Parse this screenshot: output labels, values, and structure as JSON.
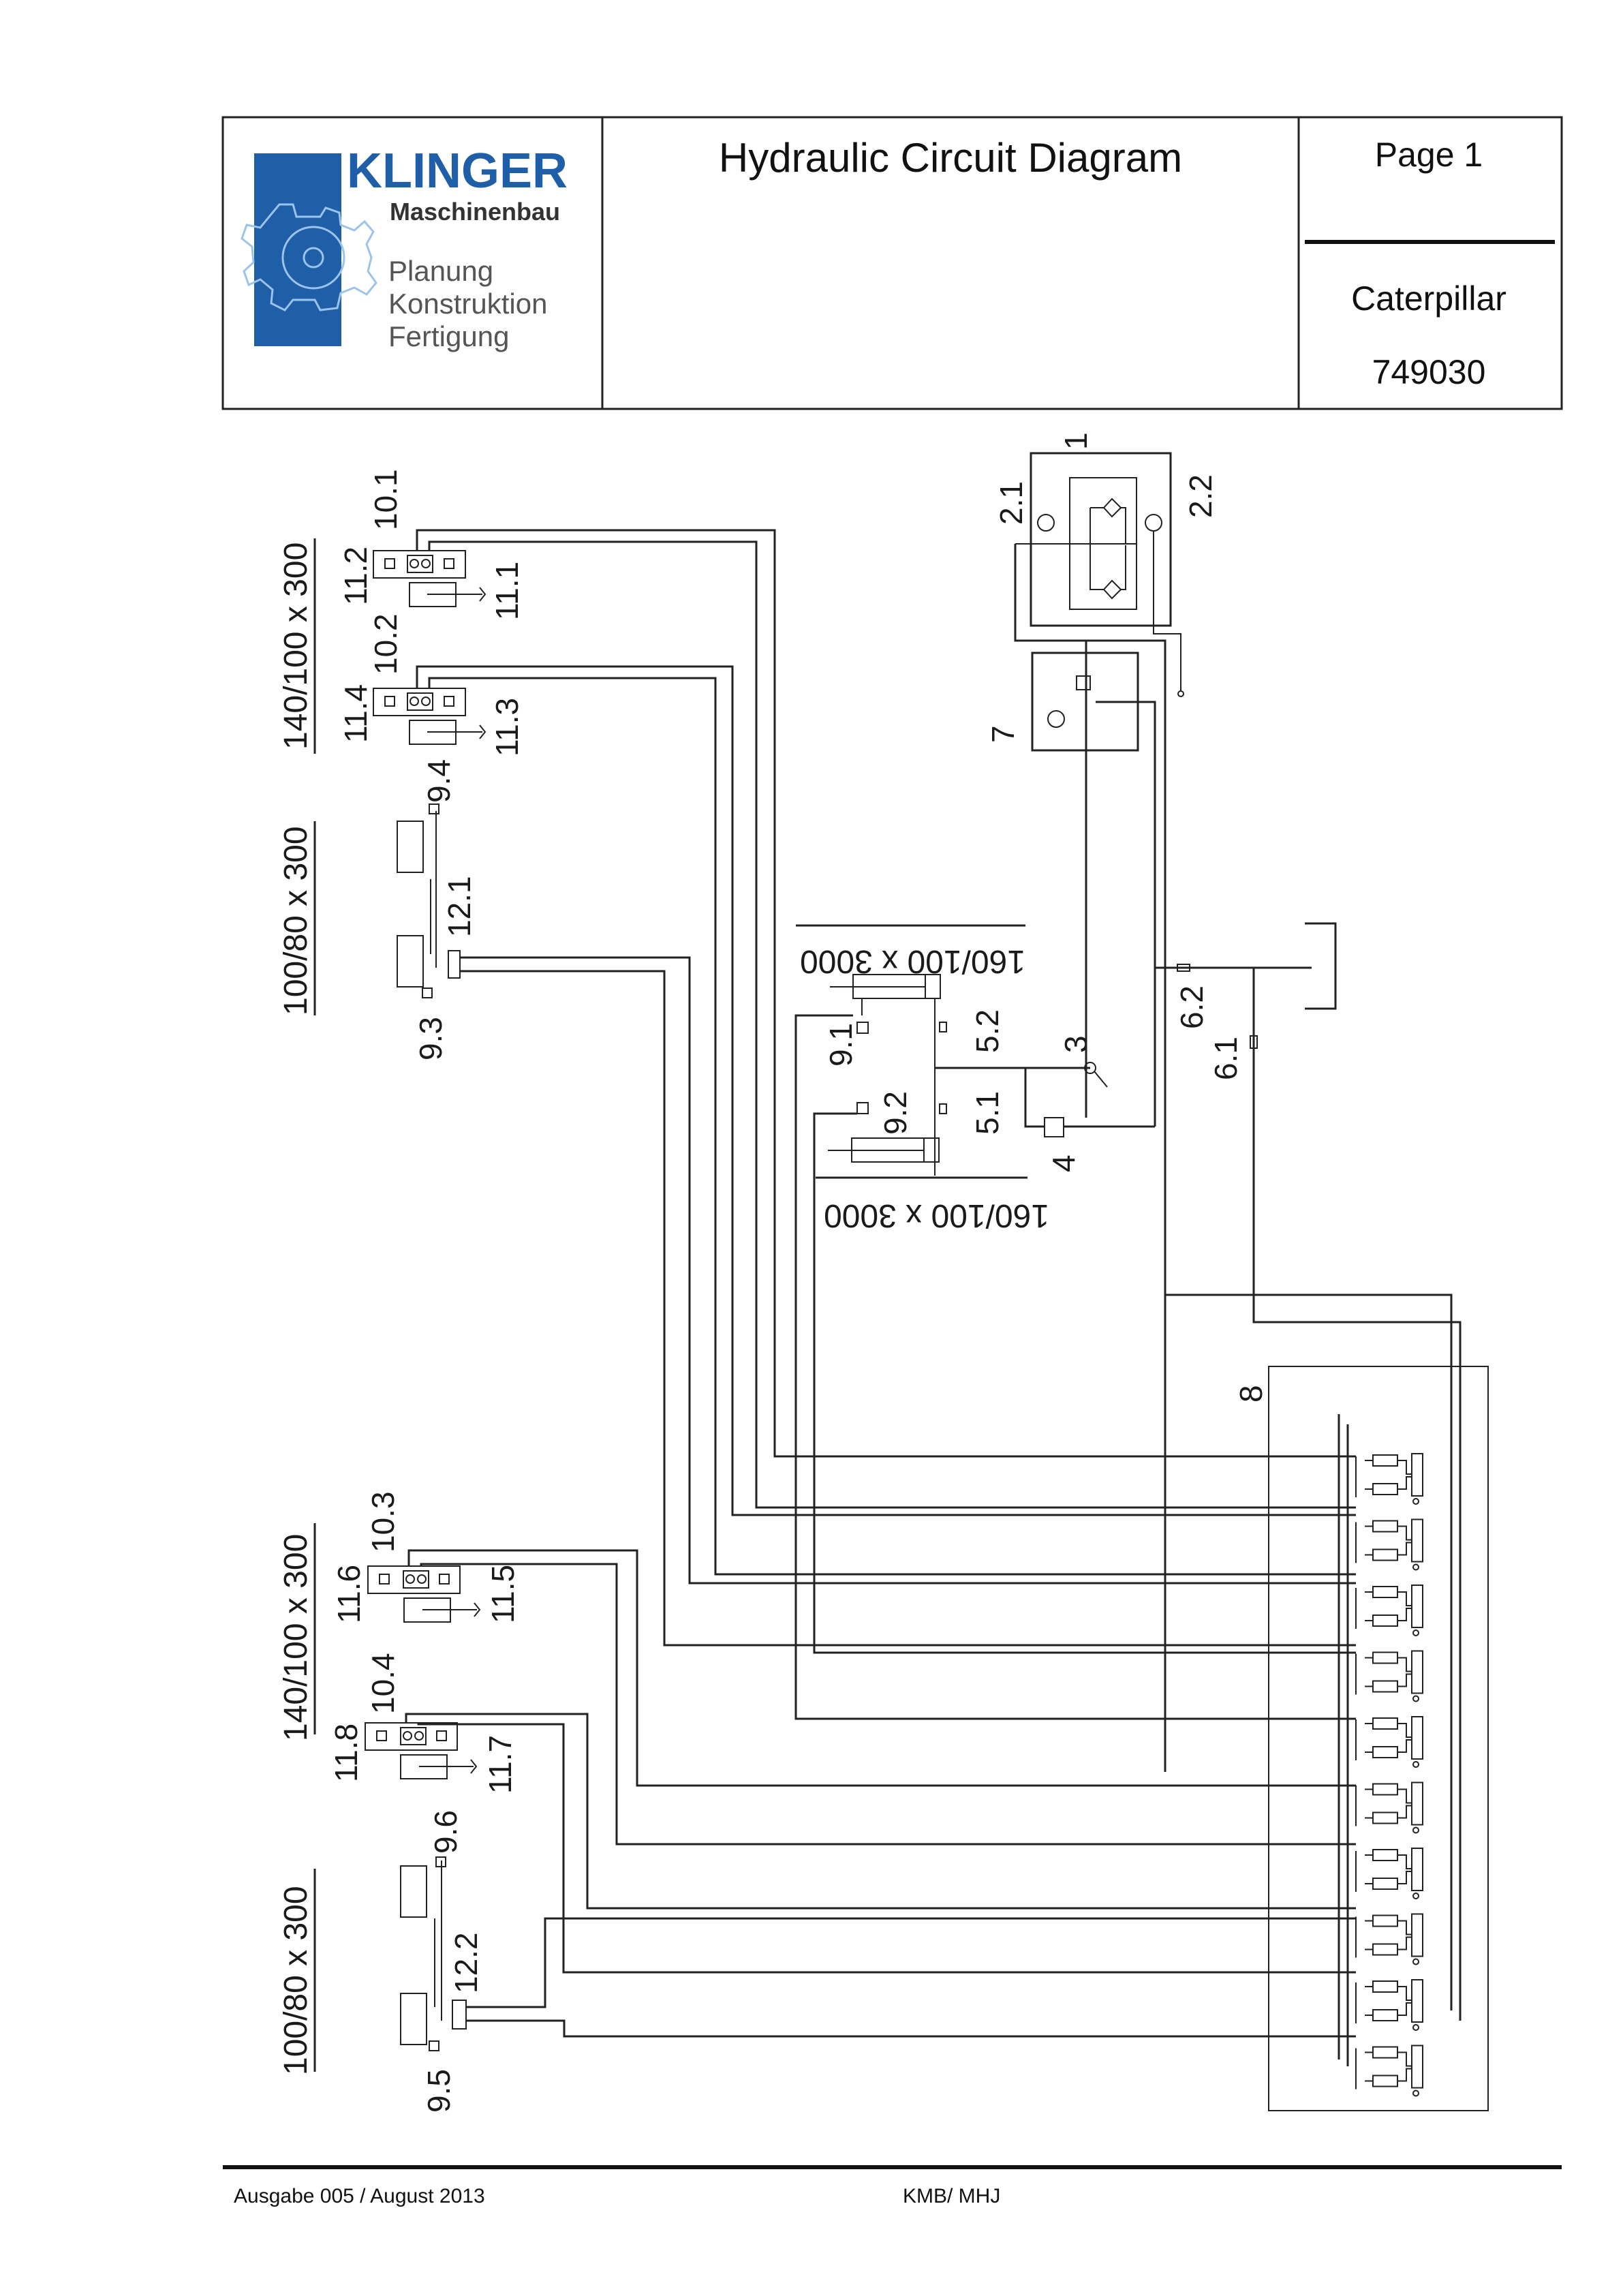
{
  "header": {
    "logo": {
      "brand": "KLINGER",
      "subtitle": "Maschinenbau",
      "taglines": [
        "Planung",
        "Konstruktion",
        "Fertigung"
      ],
      "brand_color": "#1f5fa8",
      "icon": "gear-icon"
    },
    "title": "Hydraulic Circuit Diagram",
    "page_label": "Page  1",
    "customer": "Caterpillar",
    "order_number": "749030"
  },
  "diagram": {
    "dimension_labels": {
      "group_top_140": "140/100 x 300",
      "group_top_100": "100/80 x 300",
      "group_bottom_140": "140/100 x 300",
      "group_bottom_100": "100/80 x 300",
      "center_upper": "160/100 x 3000",
      "center_lower": "160/100 x 3000"
    },
    "component_labels": {
      "c1": "1",
      "c2_1": "2.1",
      "c2_2": "2.2",
      "c3": "3",
      "c4": "4",
      "c5_1": "5.1",
      "c5_2": "5.2",
      "c6_1": "6.1",
      "c6_2": "6.2",
      "c7": "7",
      "c8": "8",
      "c9_1": "9.1",
      "c9_2": "9.2",
      "c9_3": "9.3",
      "c9_4": "9.4",
      "c9_5": "9.5",
      "c9_6": "9.6",
      "c10_1": "10.1",
      "c10_2": "10.2",
      "c10_3": "10.3",
      "c10_4": "10.4",
      "c11_1": "11.1",
      "c11_2": "11.2",
      "c11_3": "11.3",
      "c11_4": "11.4",
      "c11_5": "11.5",
      "c11_6": "11.6",
      "c11_7": "11.7",
      "c11_8": "11.8",
      "c12_1": "12.1",
      "c12_2": "12.2"
    },
    "valve_sections": 10
  },
  "footer": {
    "edition": "Ausgabe 005 / August 2013",
    "author": "KMB/ MHJ"
  }
}
